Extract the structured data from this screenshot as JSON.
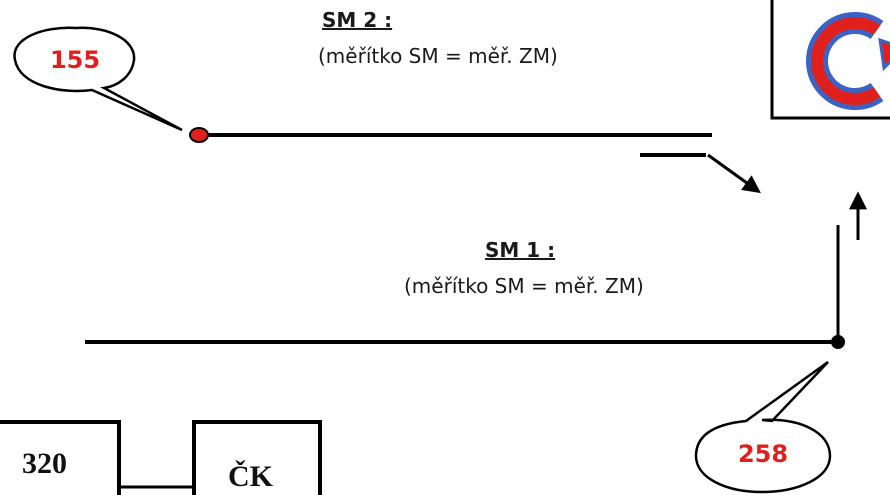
{
  "sm2": {
    "title": "SM 2 :",
    "scale": "(měřítko SM = měř. ZM)"
  },
  "sm1": {
    "title": "SM 1 :",
    "scale": "(měřítko SM = měř. ZM)"
  },
  "bubble_top": {
    "value": "155"
  },
  "bubble_bottom": {
    "value": "258"
  },
  "box_left": {
    "value": "320"
  },
  "box_right": {
    "value": "ČK"
  },
  "colors": {
    "line": "#000000",
    "point_fill": "#e0201c",
    "bubble_text": "#e0201c",
    "refresh_outer": "#3b63c6",
    "refresh_inner": "#e0201c"
  },
  "icons": {
    "refresh": "refresh-icon"
  }
}
